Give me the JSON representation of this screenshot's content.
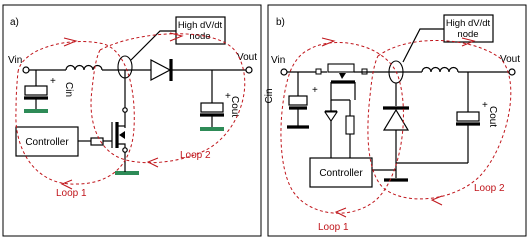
{
  "panels": [
    {
      "tag": "a)",
      "vin": "Vin",
      "vout": "Vout",
      "cin": "Cin",
      "cout": "Cout",
      "plus": "+",
      "node_label_line1": "High dV/dt",
      "node_label_line2": "node",
      "controller": "Controller",
      "loop1": "Loop 1",
      "loop2": "Loop 2"
    },
    {
      "tag": "b)",
      "vin": "Vin",
      "vout": "Vout",
      "cin": "Cin",
      "cout": "Cout",
      "plus": "+",
      "node_label_line1": "High dV/dt",
      "node_label_line2": "node",
      "controller": "Controller",
      "loop1": "Loop 1",
      "loop2": "Loop 2"
    }
  ],
  "colors": {
    "wire": "#000000",
    "ground_bar": "#2e8b57",
    "loop": "#c0151b"
  }
}
